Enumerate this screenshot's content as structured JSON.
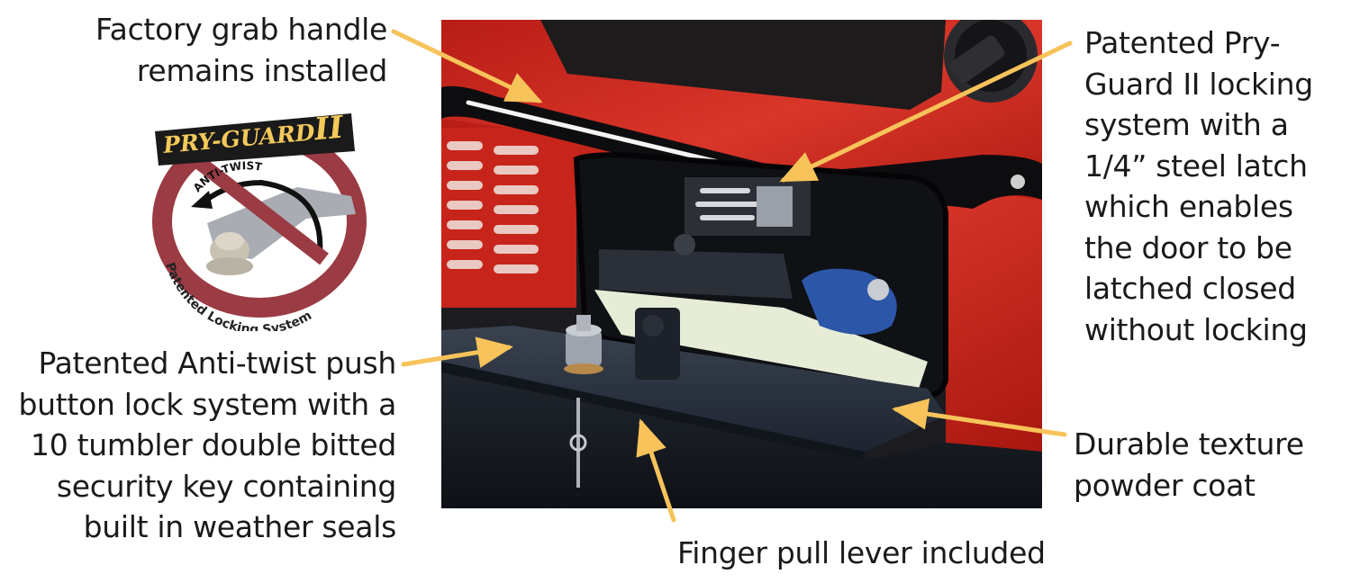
{
  "logo": {
    "banner": "PRY-GUARD",
    "banner_suffix": "II",
    "arc_top": "ANTI-TWIST",
    "arc_bottom": "Patented Locking System"
  },
  "callouts": {
    "grab_handle": {
      "lines": [
        "Factory grab handle",
        "remains installed"
      ]
    },
    "pry_guard": {
      "lines": [
        "Patented Pry-",
        "Guard II locking",
        "system with a",
        "1/4” steel latch",
        "which enables",
        "the door to be",
        "latched closed",
        "without locking"
      ]
    },
    "anti_twist": {
      "lines": [
        "Patented Anti-twist push",
        "button lock system with a",
        "10 tumbler double bitted",
        "security key containing",
        "built in weather seals"
      ]
    },
    "powder_coat": {
      "lines": [
        "Durable texture",
        "powder coat"
      ]
    },
    "finger_pull": {
      "lines": [
        "Finger pull lever included"
      ]
    }
  },
  "colors": {
    "arrow": "#f7c35a",
    "banner_bg": "#1a1a1a",
    "banner_text": "#f3c95a",
    "prohibition_ring": "#9b3b44",
    "vehicle_red": "#c8231a",
    "text": "#1a1a1a"
  }
}
